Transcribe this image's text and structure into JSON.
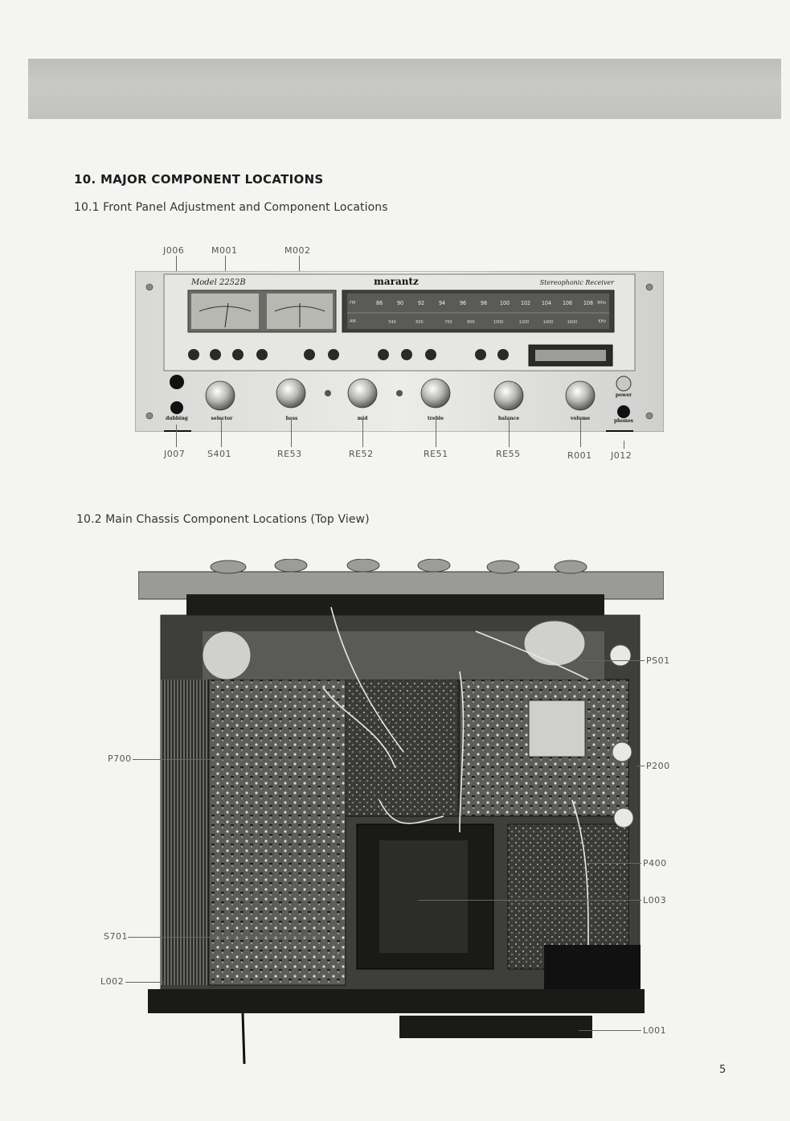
{
  "section": {
    "title": "10. MAJOR COMPONENT LOCATIONS",
    "sub1": "10.1  Front Panel Adjustment and Component Locations",
    "sub2": "10.2  Main Chassis Component Locations (Top View)"
  },
  "front_panel": {
    "brand": "marantz",
    "model": "Model 2252B",
    "product": "Stereophonic Receiver",
    "fm_scale": [
      "88",
      "90",
      "92",
      "94",
      "96",
      "98",
      "100",
      "102",
      "104",
      "106",
      "108"
    ],
    "fm_label": "FM",
    "fm_unit": "MHz",
    "am_scale": [
      "540",
      "600",
      "700",
      "800",
      "1000",
      "1200",
      "1400",
      "1600"
    ],
    "am_label": "AM",
    "am_unit": "KHz",
    "knob_labels": [
      "dubbing",
      "selector",
      "bass",
      "mid",
      "treble",
      "balance",
      "volume",
      "phones"
    ],
    "power_label": "power",
    "callouts_top": [
      "J006",
      "M001",
      "M002"
    ],
    "callouts_bottom": [
      "J007",
      "S401",
      "RE53",
      "RE52",
      "RE51",
      "RE55",
      "R001",
      "J012"
    ]
  },
  "chassis": {
    "callouts_left": [
      "P700",
      "S701",
      "L002"
    ],
    "callouts_right": [
      "PS01",
      "P200",
      "P400",
      "L003",
      "L001"
    ]
  },
  "page_number": "5"
}
